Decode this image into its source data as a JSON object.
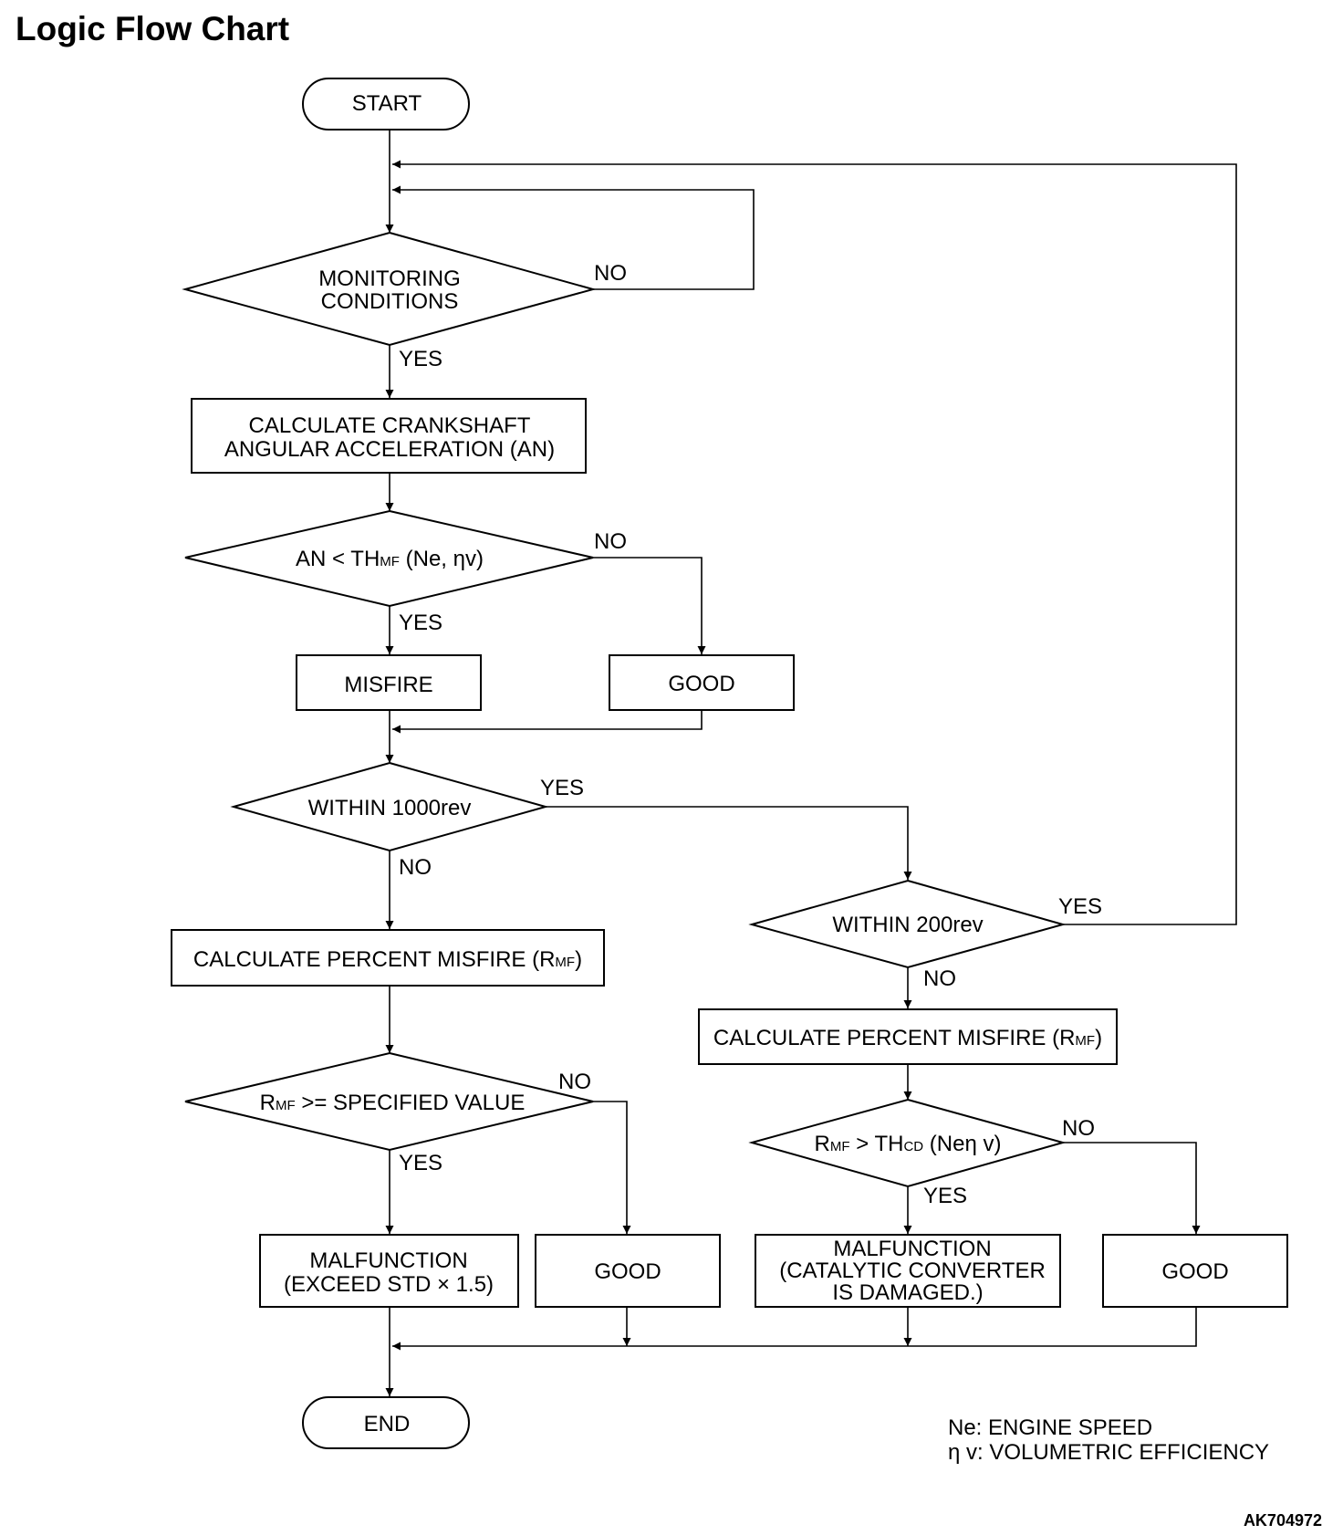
{
  "title": "Logic Flow Chart",
  "nodes": {
    "start": "START",
    "monitoring_1": "MONITORING",
    "monitoring_2": "CONDITIONS",
    "calc_crank_1": "CALCULATE CRANKSHAFT",
    "calc_crank_2": "ANGULAR ACCELERATION (AN)",
    "cond_an_pre": "AN < TH",
    "cond_an_sub": "MF",
    "cond_an_post": " (Ne, ηv)",
    "misfire": "MISFIRE",
    "good": "GOOD",
    "within_1000": "WITHIN 1000rev",
    "within_200": "WITHIN 200rev",
    "calc_pct_pre": "CALCULATE PERCENT MISFIRE (R",
    "calc_pct_sub": "MF",
    "calc_pct_post": ")",
    "rmf_spec_pre": "R",
    "rmf_spec_sub": "MF",
    "rmf_spec_post": " >= SPECIFIED VALUE",
    "rmf_thcd_pre": "R",
    "rmf_thcd_sub": "MF",
    "rmf_thcd_mid": " > TH",
    "rmf_thcd_sub2": "CD",
    "rmf_thcd_post": " (Neη v)",
    "malf_std_1": "MALFUNCTION",
    "malf_std_2": "(EXCEED STD  × 1.5)",
    "malf_cat_1": "MALFUNCTION",
    "malf_cat_2": "(CATALYTIC CONVERTER",
    "malf_cat_3": "IS DAMAGED.)",
    "end": "END"
  },
  "branch_labels": {
    "yes": "YES",
    "no": "NO"
  },
  "legend": {
    "ne": "Ne: ENGINE SPEED",
    "eta": "η v: VOLUMETRIC EFFICIENCY"
  },
  "figure_code": "AK704972"
}
